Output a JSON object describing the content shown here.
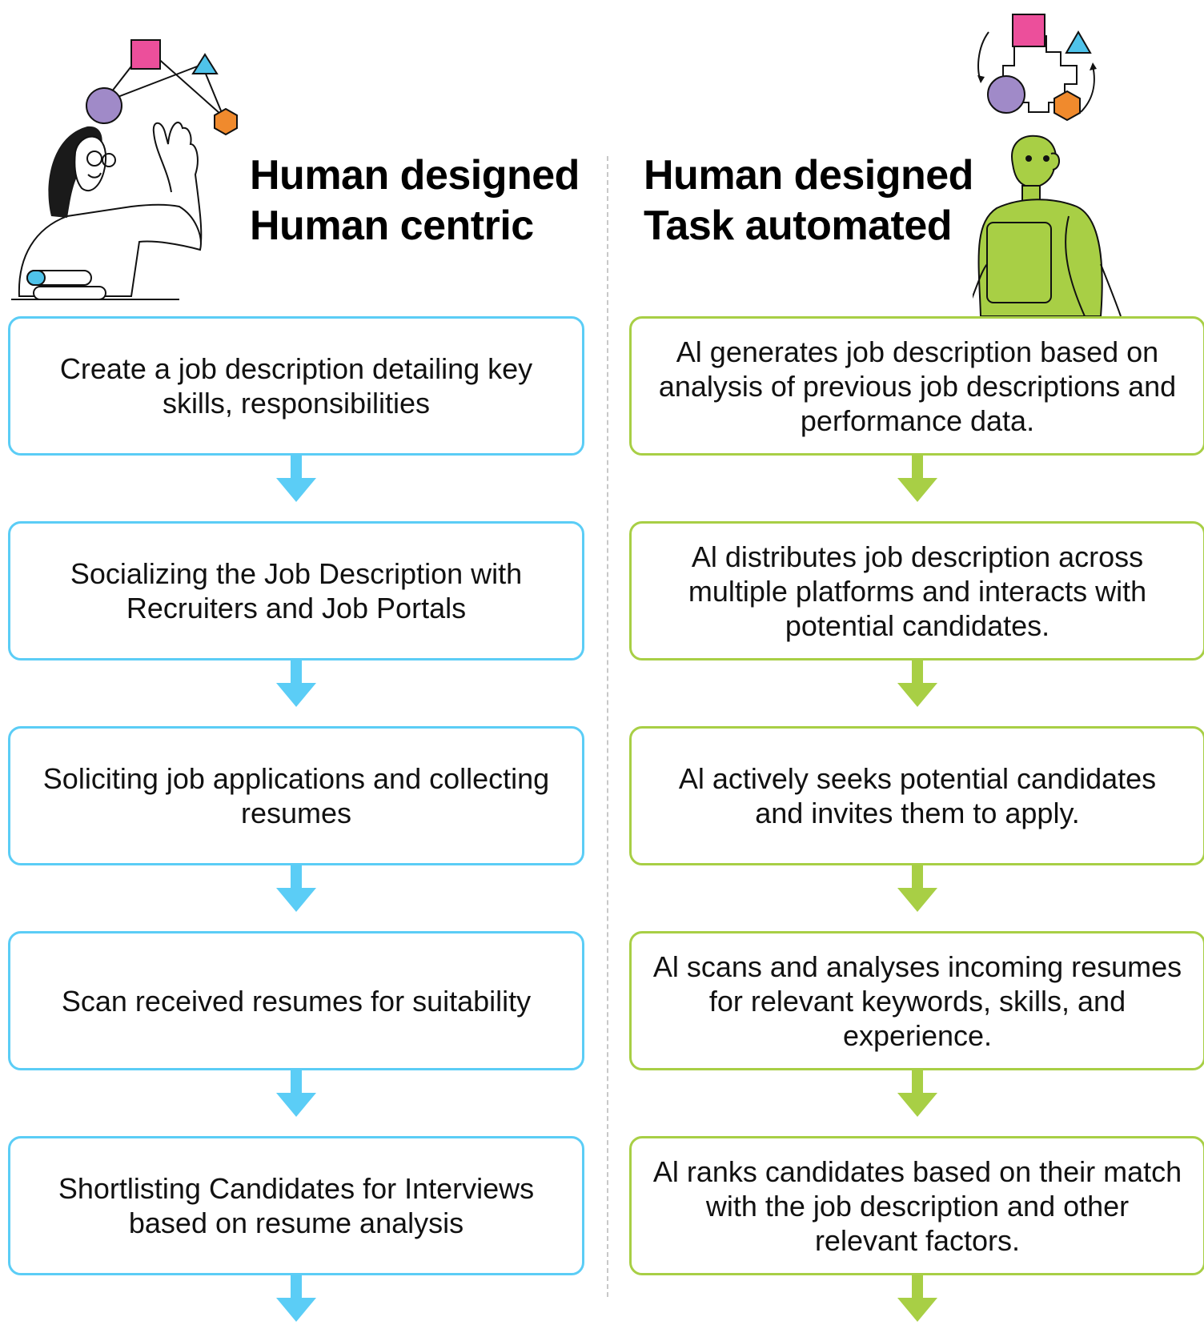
{
  "left_column": {
    "title_line1": "Human designed",
    "title_line2": "Human centric",
    "accent_color": "#5bcdf6",
    "steps": [
      "Create a job description detailing key skills, responsibilities",
      "Socializing the Job Description with Recruiters and Job Portals",
      "Soliciting job applications and collecting resumes",
      "Scan received resumes for suitability",
      "Shortlisting Candidates for Interviews based on resume analysis"
    ]
  },
  "right_column": {
    "title_line1": "Human designed",
    "title_line2": "Task automated",
    "accent_color": "#a8cf45",
    "steps": [
      "Al generates job description based on analysis of previous job descriptions and performance data.",
      "Al distributes job description across multiple platforms and interacts with potential candidates.",
      "Al actively seeks potential candidates and invites them to apply.",
      "Al scans and analyses incoming resumes for relevant keywords, skills, and experience.",
      "Al ranks candidates based on their match with the job description and other relevant factors."
    ]
  },
  "icons": [
    "person-with-shapes-illustration",
    "robot-illustration",
    "shapes-network-icon",
    "shapes-cycle-icon",
    "arrow-down-icon"
  ]
}
